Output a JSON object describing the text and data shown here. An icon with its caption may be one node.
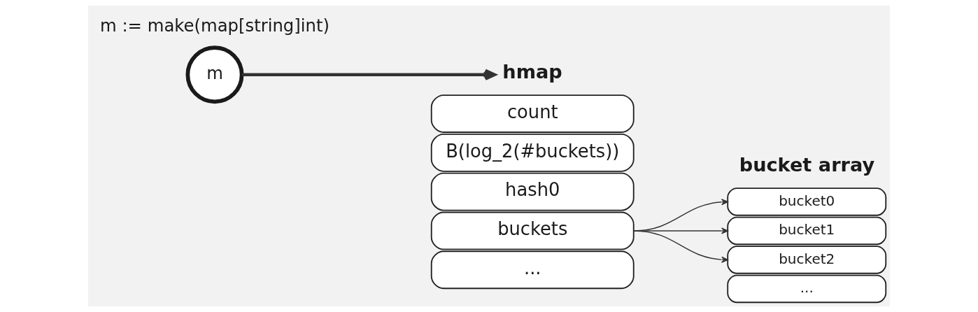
{
  "diagram": {
    "nodes": [
      {
        "text": [
          "m"
        ]
      },
      {
        "text": [
          "hmap"
        ]
      },
      {
        "text": [
          "count"
        ]
      },
      {
        "text": [
          "B(log_2(#buckets))"
        ]
      },
      {
        "text": [
          "hash0"
        ]
      },
      {
        "text": [
          "buckets"
        ]
      },
      {
        "text": [
          "..."
        ]
      },
      {
        "text": [
          "bucket0"
        ]
      },
      {
        "text": [
          "bucket1"
        ]
      },
      {
        "text": [
          "bucket2"
        ]
      },
      {
        "text": [
          "..."
        ]
      }
    ],
    "edges": [
      {
        "from": 0,
        "to": 1,
        "arrow": "to",
        "style": "thick"
      },
      {
        "from": 5,
        "to": 7,
        "arrow": "to"
      },
      {
        "from": 5,
        "to": 8,
        "arrow": "to"
      },
      {
        "from": 5,
        "to": 9,
        "arrow": "to"
      }
    ],
    "labels": [
      "m := make(map[string]int)",
      "bucket array"
    ]
  }
}
